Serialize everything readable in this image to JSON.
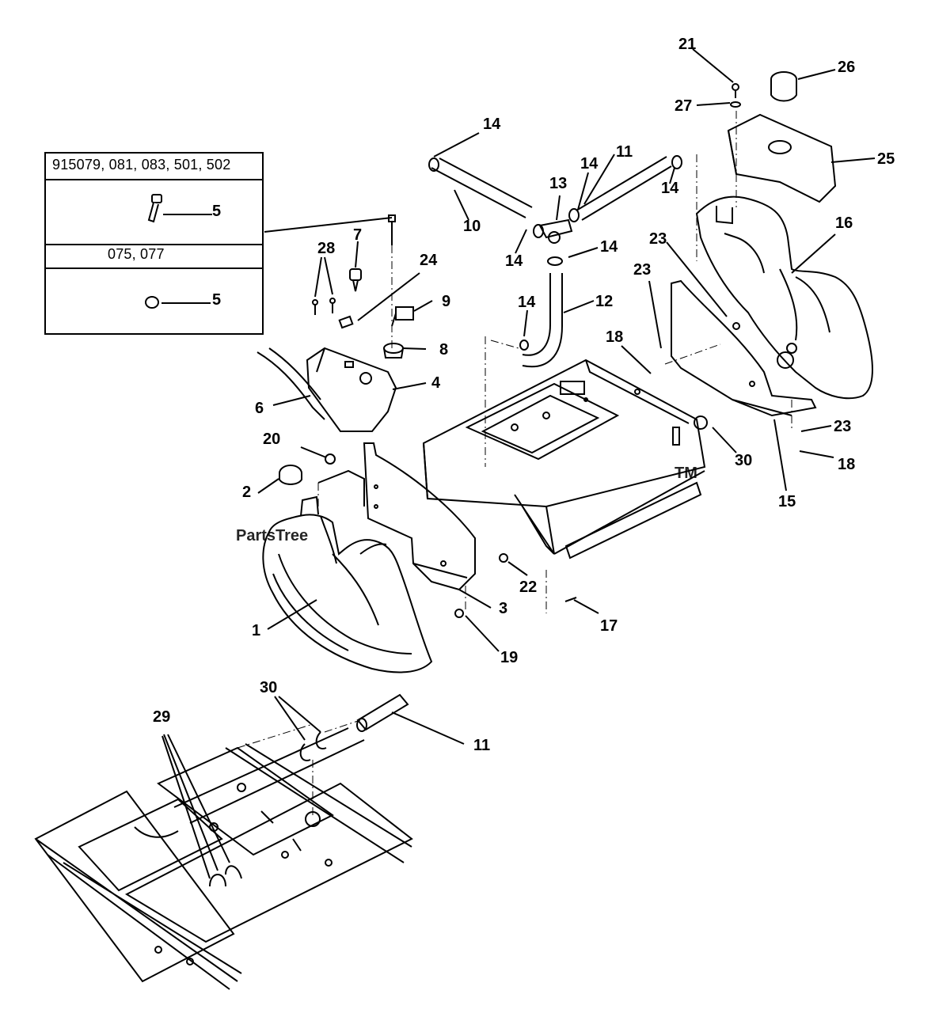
{
  "watermark": {
    "text": "PartsTree",
    "tm": "TM",
    "color": "#c9c9c9"
  },
  "inset": {
    "row1_models": "915079, 081, 083, 501, 502",
    "row1_part": "5",
    "row2_models": "075, 077",
    "row2_part": "5"
  },
  "callouts": {
    "c1": "1",
    "c2": "2",
    "c3": "3",
    "c4": "4",
    "c6": "6",
    "c7": "7",
    "c8": "8",
    "c9": "9",
    "c10": "10",
    "c11a": "11",
    "c11b": "11",
    "c12": "12",
    "c13": "13",
    "c14a": "14",
    "c14b": "14",
    "c14c": "14",
    "c14d": "14",
    "c14e": "14",
    "c14f": "14",
    "c15": "15",
    "c16": "16",
    "c17": "17",
    "c18a": "18",
    "c18b": "18",
    "c19": "19",
    "c20": "20",
    "c21": "21",
    "c22": "22",
    "c23a": "23",
    "c23b": "23",
    "c23c": "23",
    "c24": "24",
    "c25": "25",
    "c26": "26",
    "c27": "27",
    "c28": "28",
    "c29": "29",
    "c30a": "30",
    "c30b": "30"
  }
}
